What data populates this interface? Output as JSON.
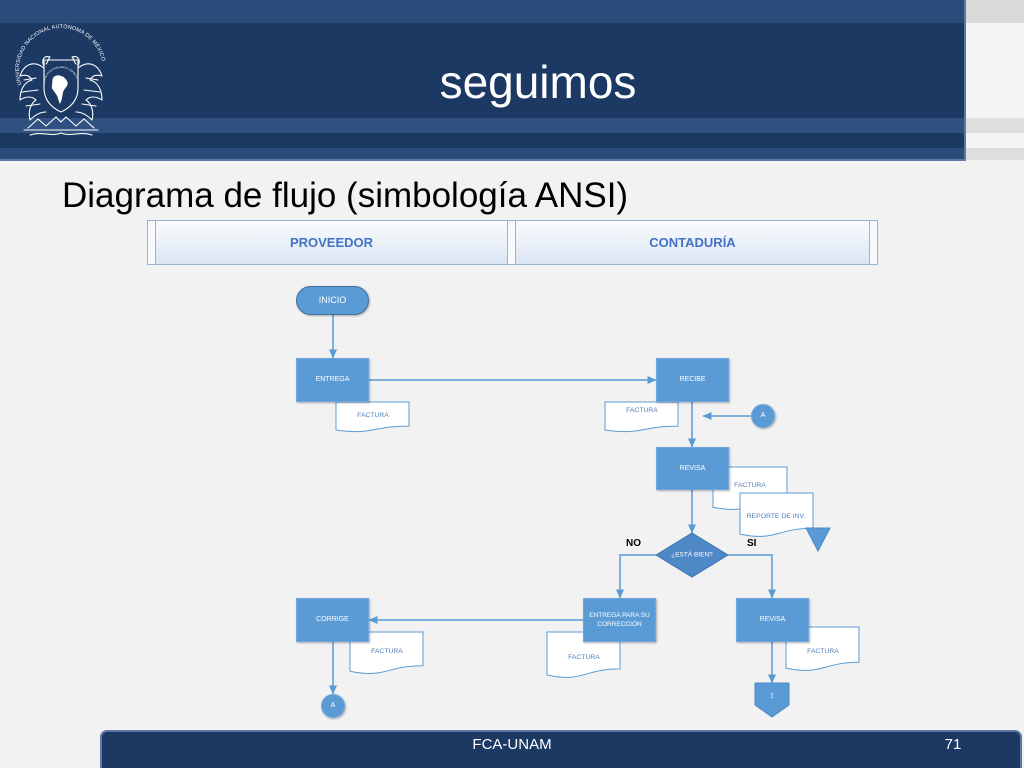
{
  "header": {
    "title": "seguimos"
  },
  "logo": {
    "icon": "unam-seal-icon",
    "name": "UNIVERSIDAD NACIONAL AUTÓNOMA DE MÉXICO",
    "motto": "POR MI RAZA HABLARÁ EL ESPÍRITU"
  },
  "slide": {
    "subtitle": "Diagrama de flujo (simbología ANSI)"
  },
  "lanes": [
    {
      "label": "PROVEEDOR"
    },
    {
      "label": "CONTADURÍA"
    }
  ],
  "flowchart": {
    "start": "INICIO",
    "entrega": {
      "label": "ENTREGA",
      "document": "FACTURA"
    },
    "recibe": {
      "label": "RECIBE",
      "document": "FACTURA"
    },
    "connector_in": "A",
    "revisa": {
      "label": "REVISA",
      "documents": [
        "FACTURA",
        "REPORTE DE INV."
      ]
    },
    "decision": {
      "label": "¿ESTÁ BIEN?",
      "no": "NO",
      "yes": "SI"
    },
    "correccion": {
      "label": "ENTREGA PARA SU CORRECCIÓN",
      "document": "FACTURA"
    },
    "corrige": {
      "label": "CORRIGE",
      "document": "FACTURA"
    },
    "connector_out": "A",
    "revisa_final": {
      "label": "REVISA",
      "document": "FACTURA"
    },
    "offpage_connector": "1"
  },
  "footer": {
    "org": "FCA-UNAM",
    "page_number": "71"
  },
  "colors": {
    "header_bg": "#1c3964",
    "node_fill": "#5b9bd5",
    "lane_text": "#4472c4",
    "background": "#f2f2f2"
  }
}
